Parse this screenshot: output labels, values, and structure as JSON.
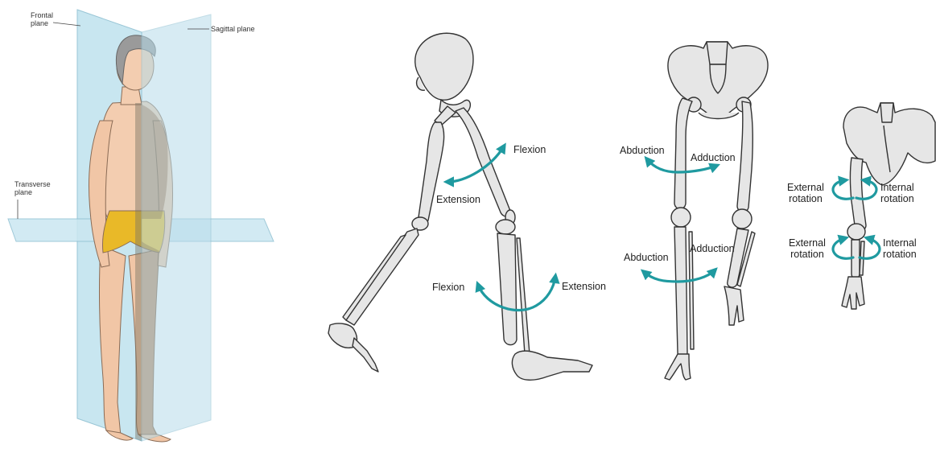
{
  "planes": {
    "frontal": [
      "Frontal",
      "plane"
    ],
    "sagittal": "Sagittal plane",
    "transverse": [
      "Transverse",
      "plane"
    ]
  },
  "hip_lateral": {
    "flexion": "Flexion",
    "extension": "Extension"
  },
  "knee_lateral": {
    "flexion": "Flexion",
    "extension": "Extension"
  },
  "hip_frontal": {
    "abduction": "Abduction",
    "adduction": "Adduction"
  },
  "knee_frontal": {
    "abduction": "Abduction",
    "adduction": "Adduction"
  },
  "rotation_upper": {
    "external": [
      "External",
      "rotation"
    ],
    "internal": [
      "Internal",
      "rotation"
    ]
  },
  "rotation_lower": {
    "external": [
      "External",
      "rotation"
    ],
    "internal": [
      "Internal",
      "rotation"
    ]
  },
  "colors": {
    "arrow": "#1f9aa0",
    "plane": "#bfe3ee",
    "skin": "#f3cdb0",
    "briefs": "#e9b928",
    "bone": "#e6e6e6"
  }
}
